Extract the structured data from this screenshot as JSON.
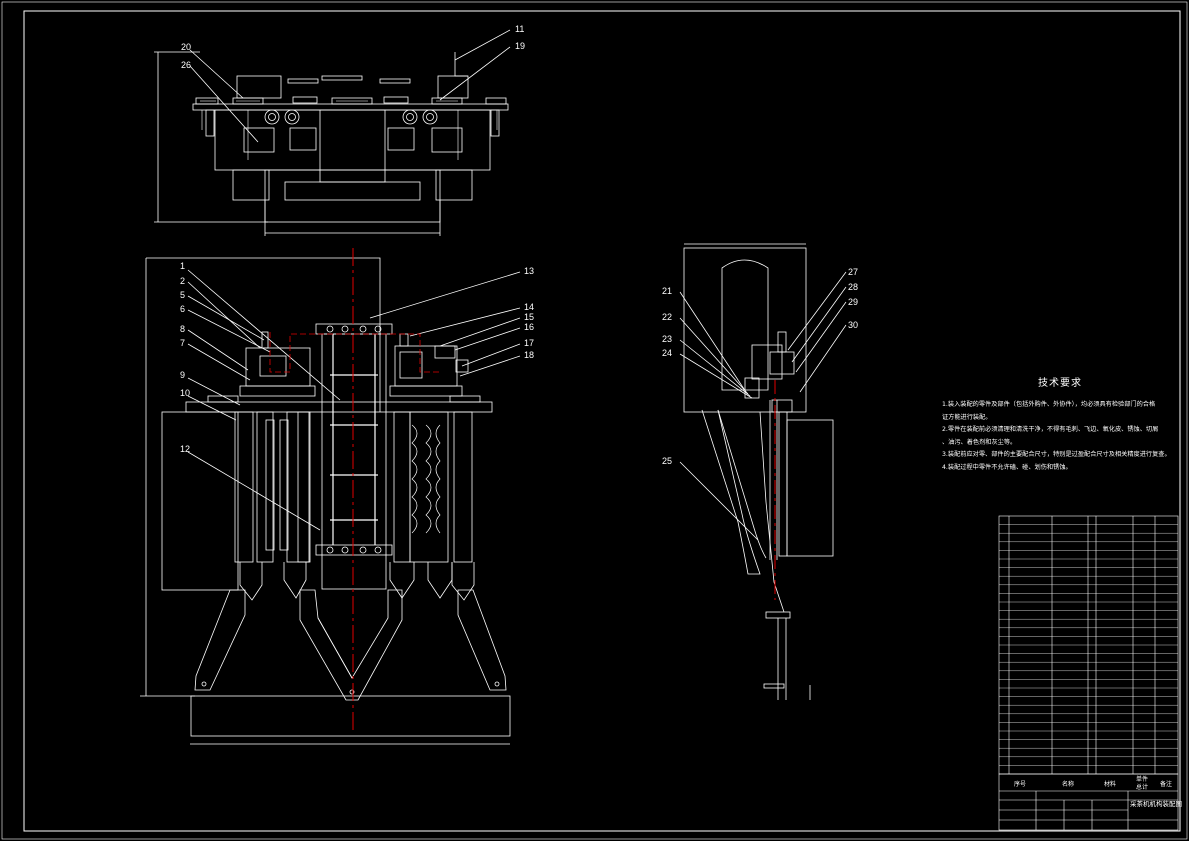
{
  "drawing": {
    "colors": {
      "background": "#000000",
      "outline": "#ffffff",
      "centerline": "#e00000"
    },
    "balloons": {
      "top_view": [
        "20",
        "26",
        "11",
        "19"
      ],
      "front_view": [
        "1",
        "2",
        "5",
        "6",
        "8",
        "7",
        "9",
        "10",
        "12",
        "13",
        "14",
        "15",
        "16",
        "17",
        "18"
      ],
      "side_view": [
        "21",
        "22",
        "23",
        "24",
        "25",
        "27",
        "28",
        "29",
        "30"
      ]
    }
  },
  "technical_requirements": {
    "title": "技术要求",
    "items": [
      "1.装入装配的零件及部件（包括外购件、外协件），均必须具有检验部门的合格",
      "证方能进行装配。",
      "2.零件在装配前必须清理和清洗干净，不得有毛刺、飞边、氧化皮、锈蚀、切屑",
      "、油污、着色剂和灰尘等。",
      "3.装配前应对零、部件的主要配合尺寸，特别是过盈配合尺寸及相关精度进行复查。",
      "4.装配过程中零件不允许磕、碰、划伤和锈蚀。"
    ]
  },
  "title_block": {
    "drawing_title": "采茶机机构装配图",
    "header_labels": [
      "序号",
      "名称",
      "材料",
      "单件",
      "总计",
      "备注"
    ]
  }
}
